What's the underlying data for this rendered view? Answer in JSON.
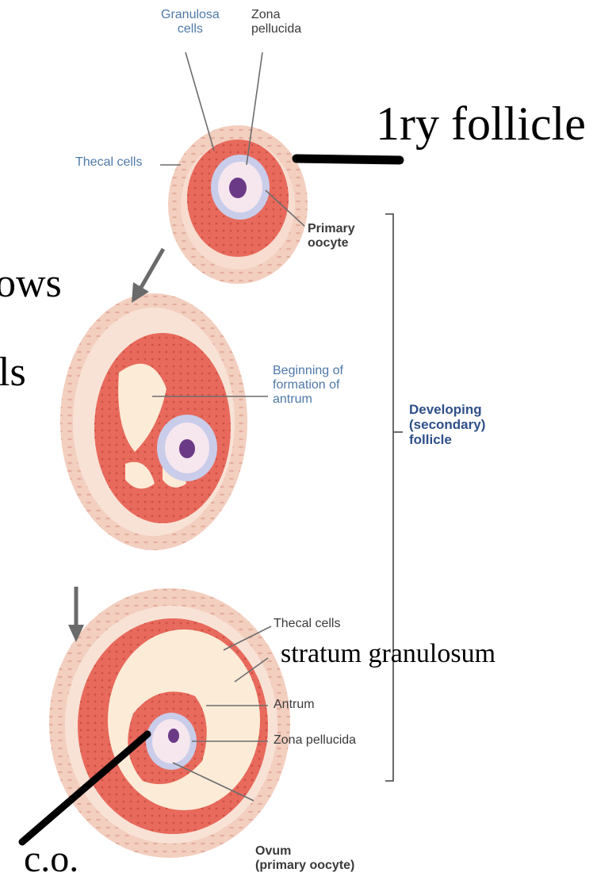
{
  "labels": {
    "granulosa_cells": "Granulosa\ncells",
    "zona_pellucida_top": "Zona\npellucida",
    "thecal_cells_top": "Thecal cells",
    "primary_oocyte": "Primary\noocyte",
    "beginning_antrum": "Beginning of\nformation of\nantrum",
    "developing_follicle": "Developing\n(secondary)\nfollicle",
    "thecal_cells_bottom": "Thecal cells",
    "antrum": "Antrum",
    "zona_pellucida_bottom": "Zona pellucida",
    "ovum": "Ovum\n(primary oocyte)"
  },
  "annotations": {
    "primary_follicle": "1ry follicle",
    "stratum_granulosum": "stratum granulosum",
    "corona": "c.o.",
    "partial_text_1": "ows",
    "partial_text_2": "ls"
  },
  "colors": {
    "theca": "#f3cfc0",
    "granulosa": "#e86a5c",
    "antrum": "#fcebd7",
    "zona": "#c9cdea",
    "oocyte": "#f6e6ee",
    "nucleus": "#6b3a86",
    "label_blue": "#4f78a8",
    "label_navy": "#2f4f8a"
  }
}
